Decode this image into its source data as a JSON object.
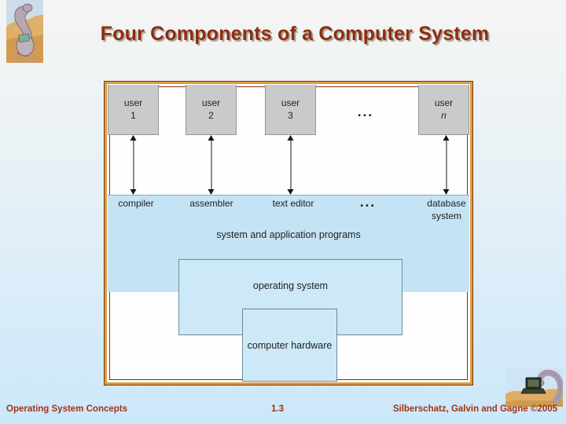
{
  "slide": {
    "title": "Four Components of a Computer System",
    "footer_left": "Operating System Concepts",
    "page_number": "1.3",
    "footer_right": "Silberschatz, Galvin and Gagne ©2005"
  },
  "diagram": {
    "users": [
      {
        "line1": "user",
        "line2": "1"
      },
      {
        "line1": "user",
        "line2": "2"
      },
      {
        "line1": "user",
        "line2": "3"
      },
      {
        "line1": "user",
        "line2": "n"
      }
    ],
    "users_ellipsis": "...",
    "programs": [
      "compiler",
      "assembler",
      "text editor"
    ],
    "programs_ellipsis": "...",
    "database_label_line1": "database",
    "database_label_line2": "system",
    "band_caption": "system and application programs",
    "os_box_label": "operating system",
    "hardware_box_label": "computer hardware"
  },
  "colors": {
    "title_text": "#8e2d10",
    "footer_text": "#a33312",
    "frame_border_outer": "#7a3416",
    "frame_border_inner": "#dd9c40",
    "band_fill": "#c4e3f4",
    "inner_box_fill": "#cde8f6",
    "inner_box_border": "#6b8ba0",
    "user_box_fill": "#c9cac9",
    "user_box_border": "#939795",
    "background_top": "#f5f5f3",
    "background_bottom": "#cbe8fb"
  }
}
